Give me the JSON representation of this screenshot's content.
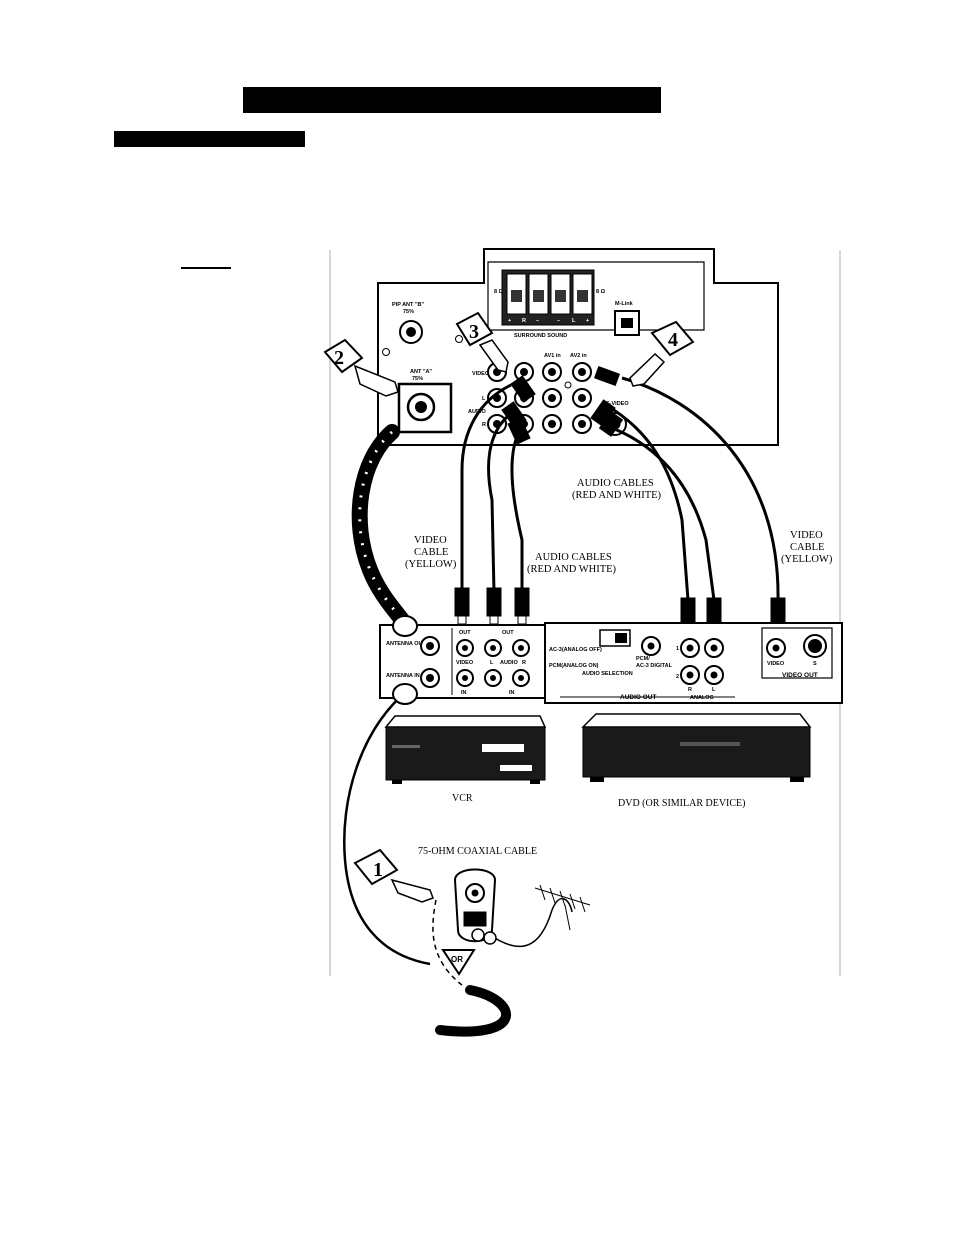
{
  "tv_panel": {
    "pip_ant": "PIP ANT \"B\"",
    "pip_ohm": "75%",
    "ant_a": "ANT \"A\"",
    "ant_a_ohm": "75%",
    "surround_label": "SURROUND SOUND",
    "surround_marks": [
      "+",
      "R",
      "–",
      "–",
      "L",
      "+"
    ],
    "ohm_left": "8 Ω",
    "ohm_right": "8 Ω",
    "mlink": "M-Link",
    "av1": "AV1 in",
    "av2": "AV2 in",
    "video": "VIDEO",
    "l": "L",
    "audio": "AUDIO",
    "r": "R",
    "s_video": "S-VIDEO"
  },
  "callouts": {
    "step1": "1",
    "step2": "2",
    "step3": "3",
    "step4": "4",
    "or": "OR"
  },
  "labels": {
    "audio_cables_right_1": "AUDIO CABLES",
    "audio_cables_right_2": "(RED AND WHITE)",
    "video_cable_right_1": "VIDEO",
    "video_cable_right_2": "CABLE",
    "video_cable_right_3": "(YELLOW)",
    "video_cable_left_1": "VIDEO",
    "video_cable_left_2": "CABLE",
    "video_cable_left_3": "(YELLOW)",
    "audio_cables_left_1": "AUDIO CABLES",
    "audio_cables_left_2": "(RED AND WHITE)",
    "coax": "75-OHM COAXIAL CABLE",
    "vcr": "VCR",
    "dvd": "DVD (OR SIMILAR DEVICE)"
  },
  "vcr_panel": {
    "antenna_out": "ANTENNA OUT",
    "antenna_in": "ANTENNA IN",
    "out": "OUT",
    "in": "IN",
    "video": "VIDEO",
    "l": "L",
    "audio": "AUDIO",
    "r": "R"
  },
  "dvd_panel": {
    "ac3_off": "AC-3(ANALOG OFF)",
    "pcm_on": "PCM(ANALOG ON)",
    "audio_selection": "AUDIO SELECTION",
    "pcm_ac3": "PCM/",
    "ac3_digital": "AC-3 DIGITAL",
    "one": "1",
    "two": "2",
    "r": "R",
    "l": "L",
    "analog": "ANALOG",
    "audio_out": "AUDIO OUT",
    "video": "VIDEO",
    "s": "S",
    "video_out": "VIDEO OUT"
  }
}
